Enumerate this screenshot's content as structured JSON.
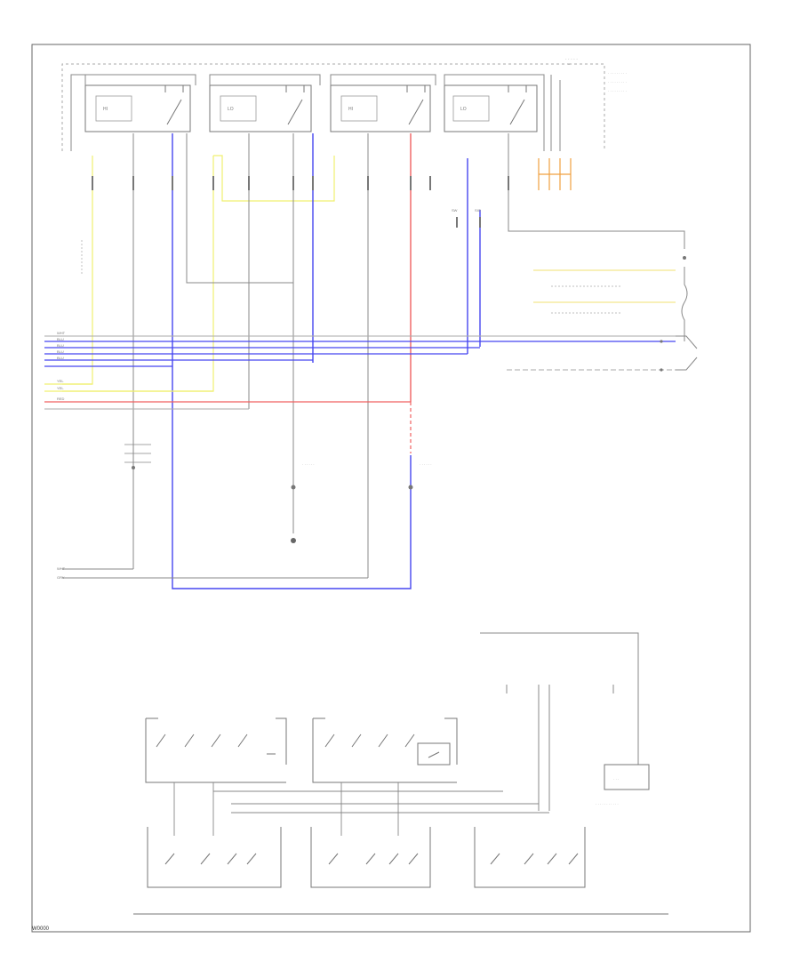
{
  "footer_id": "W0000",
  "colors": {
    "frame": "#555555",
    "wire": "#777777",
    "yellow": "#f0f070",
    "blue": "#3b3bf0",
    "red": "#f04848",
    "orange": "#f0a040",
    "text": "#555555"
  },
  "relay_boxes": [
    {
      "label": "HI"
    },
    {
      "label": "LO"
    },
    {
      "label": "HI"
    },
    {
      "label": "LO"
    }
  ],
  "connectors": [
    {
      "label": "SW"
    },
    {
      "label": "SIG"
    }
  ],
  "bus_wires": [
    {
      "label": "WHT",
      "color": "#aaaaaa"
    },
    {
      "label": "BLU",
      "color": "#4646f0"
    },
    {
      "label": "BLU",
      "color": "#4646f0"
    },
    {
      "label": "BLU",
      "color": "#4646f0"
    },
    {
      "label": "BLU",
      "color": "#4646f0"
    },
    {
      "label": "YEL",
      "color": "#f0f070"
    },
    {
      "label": "YEL",
      "color": "#f0f070"
    },
    {
      "label": "RED",
      "color": "#f06060"
    }
  ],
  "ground_wires": [
    {
      "label": "WHT"
    },
    {
      "label": "GRY"
    }
  ]
}
